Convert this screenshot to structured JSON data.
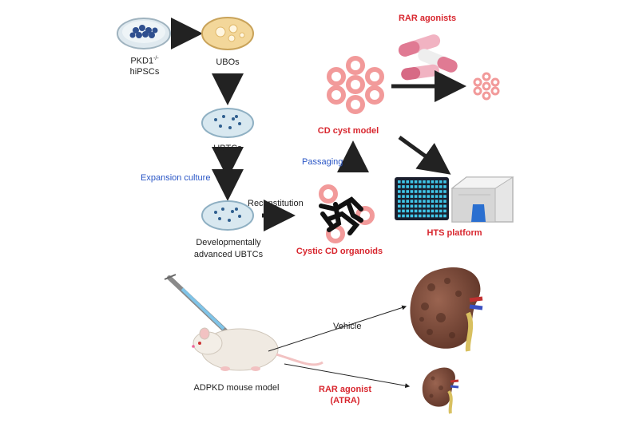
{
  "labels": {
    "pkd1_line1": "PKD1",
    "pkd1_sup": "-/-",
    "pkd1_line2": "hiPSCs",
    "ubos": "UBOs",
    "ubtcs": "UBTCs",
    "expansion_culture": "Expansion culture",
    "dev_ubtcs_line1": "Developmentally",
    "dev_ubtcs_line2": "advanced UBTCs",
    "reconstitution": "Reconstitution",
    "cystic_cd_organoids": "Cystic CD organoids",
    "passaging": "Passaging",
    "cd_cyst_model": "CD cyst model",
    "rar_agonists": "RAR agonists",
    "hts_platform": "HTS platform",
    "vehicle": "Vehicle",
    "adpkd_mouse_model": "ADPKD mouse model",
    "rar_agonist_line1": "RAR agonist",
    "rar_agonist_line2": "(ATRA)"
  },
  "colors": {
    "red_label": "#d8262e",
    "blue_label": "#2a56c6",
    "cyst_pink": "#f29a9a",
    "kidney_brown": "#7a4a3a",
    "plate_wells": "#3fc6e8",
    "arrow": "#222222"
  }
}
